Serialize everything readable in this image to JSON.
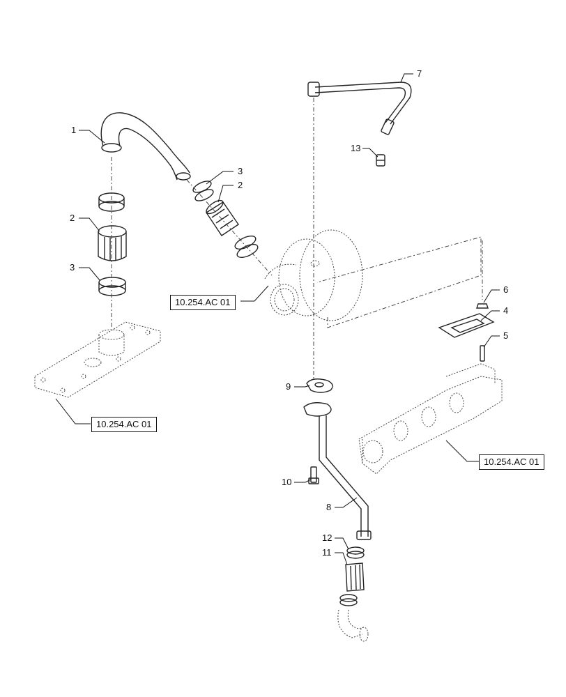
{
  "callouts": [
    {
      "id": "c1",
      "text": "1"
    },
    {
      "id": "c2a",
      "text": "2"
    },
    {
      "id": "c2b",
      "text": "2"
    },
    {
      "id": "c3a",
      "text": "3"
    },
    {
      "id": "c3b",
      "text": "3"
    },
    {
      "id": "c4",
      "text": "4"
    },
    {
      "id": "c5",
      "text": "5"
    },
    {
      "id": "c6",
      "text": "6"
    },
    {
      "id": "c7",
      "text": "7"
    },
    {
      "id": "c8",
      "text": "8"
    },
    {
      "id": "c9",
      "text": "9"
    },
    {
      "id": "c10",
      "text": "10"
    },
    {
      "id": "c11",
      "text": "11"
    },
    {
      "id": "c12",
      "text": "12"
    },
    {
      "id": "c13",
      "text": "13"
    }
  ],
  "references": [
    {
      "id": "ref_turbo",
      "text": "10.254.AC 01"
    },
    {
      "id": "ref_plate",
      "text": "10.254.AC 01"
    },
    {
      "id": "ref_manifold",
      "text": "10.254.AC 01"
    }
  ]
}
